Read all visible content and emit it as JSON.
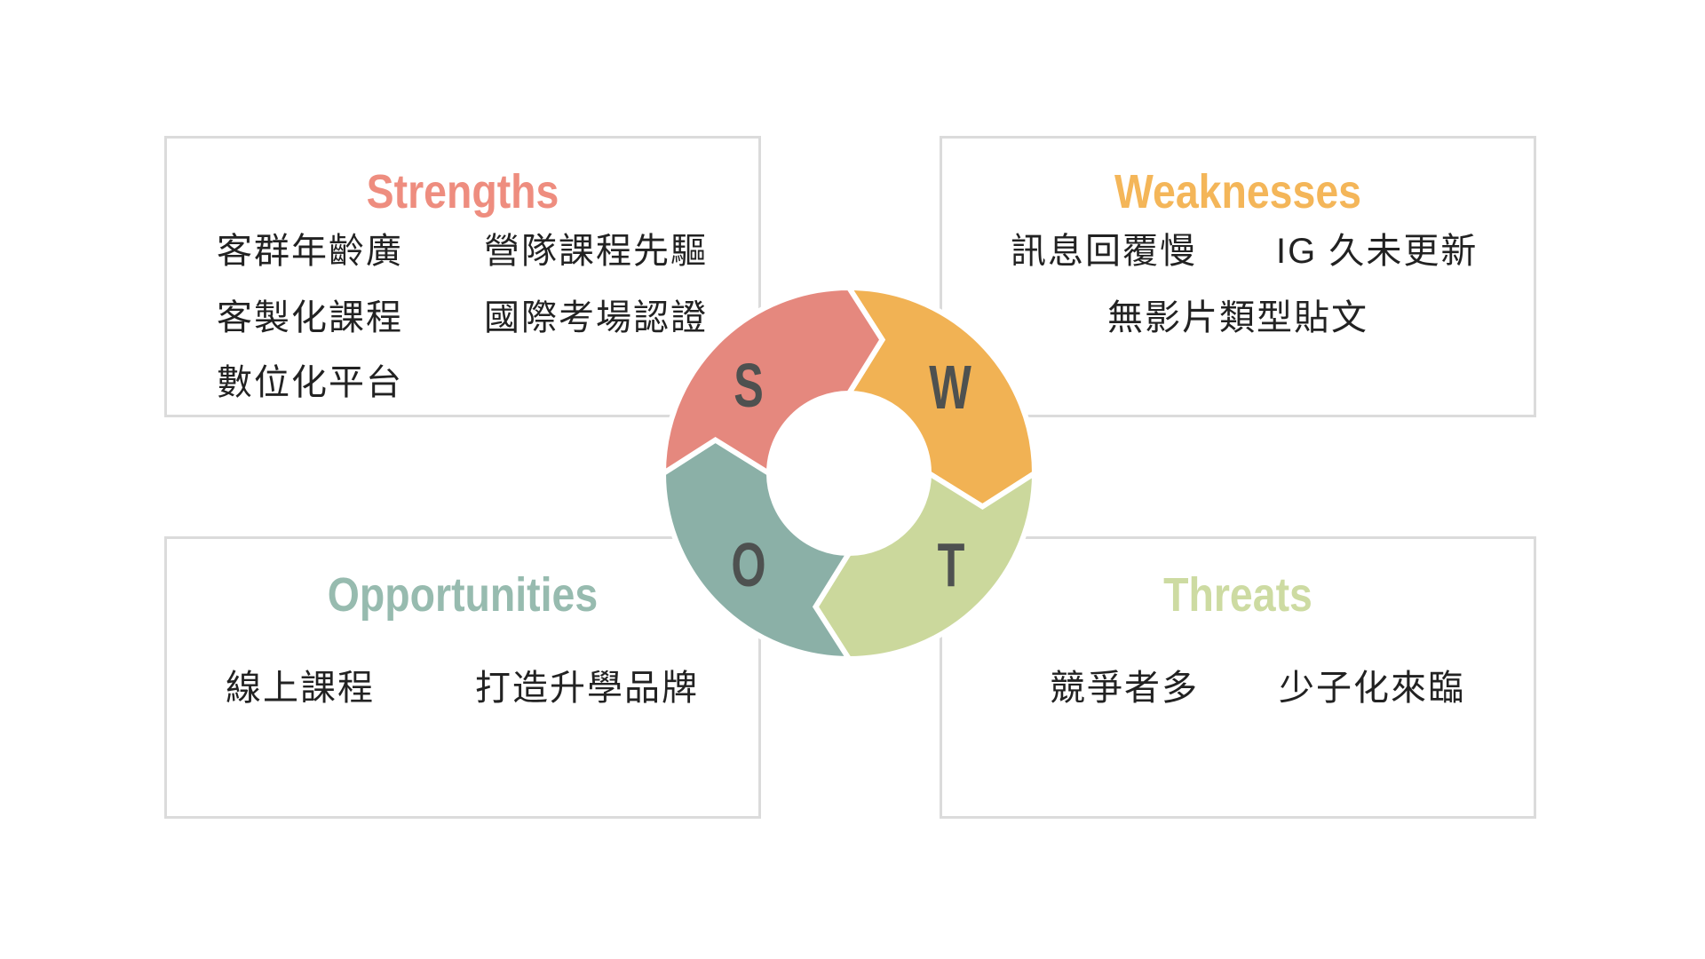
{
  "slide": {
    "type_label": "SWOT analysis diagram"
  },
  "wheel": {
    "segments": [
      {
        "letter": "S",
        "label": "Strengths",
        "color": "#e5887e"
      },
      {
        "letter": "W",
        "label": "Weaknesses",
        "color": "#f1b254"
      },
      {
        "letter": "O",
        "label": "Opportunities",
        "color": "#8bb0a7"
      },
      {
        "letter": "T",
        "label": "Threats",
        "color": "#cbd89c"
      }
    ],
    "letter_color": "#4e5150",
    "gap_color": "#ffffff"
  },
  "quadrants": {
    "strengths": {
      "title": "Strengths",
      "color": "#ee8d7f",
      "items": [
        "客群年齡廣",
        "營隊課程先驅",
        "客製化課程",
        "國際考場認證",
        "數位化平台"
      ]
    },
    "weaknesses": {
      "title": "Weaknesses",
      "color": "#f4b659",
      "items": [
        "訊息回覆慢",
        "IG 久未更新",
        "無影片類型貼文"
      ]
    },
    "opportunities": {
      "title": "Opportunities",
      "color": "#97bbaf",
      "items": [
        "線上課程",
        "打造升學品牌"
      ]
    },
    "threats": {
      "title": "Threats",
      "color": "#cddba2",
      "items": [
        "競爭者多",
        "少子化來臨"
      ]
    }
  }
}
